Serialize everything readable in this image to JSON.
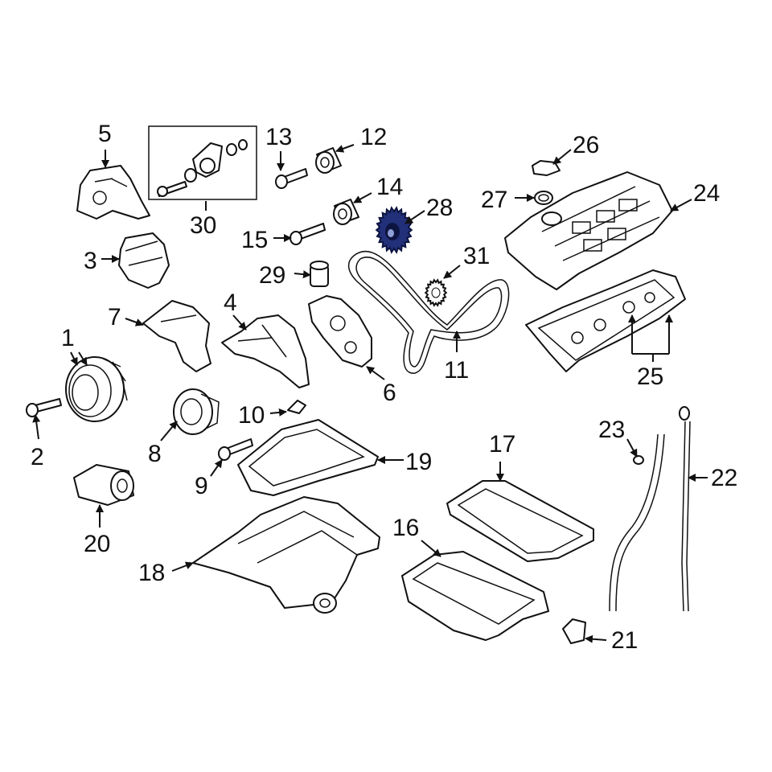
{
  "diagram": {
    "highlight_color": "#22307a",
    "callouts": {
      "c1": "1",
      "c2": "2",
      "c3": "3",
      "c4": "4",
      "c5": "5",
      "c6": "6",
      "c7": "7",
      "c8": "8",
      "c9": "9",
      "c10": "10",
      "c11": "11",
      "c12": "12",
      "c13": "13",
      "c14": "14",
      "c15": "15",
      "c16": "16",
      "c17": "17",
      "c18": "18",
      "c19": "19",
      "c20": "20",
      "c21": "21",
      "c22": "22",
      "c23": "23",
      "c24": "24",
      "c25": "25",
      "c26": "26",
      "c27": "27",
      "c28": "28",
      "c29": "29",
      "c30": "30",
      "c31": "31"
    },
    "highlighted_part": "28"
  }
}
